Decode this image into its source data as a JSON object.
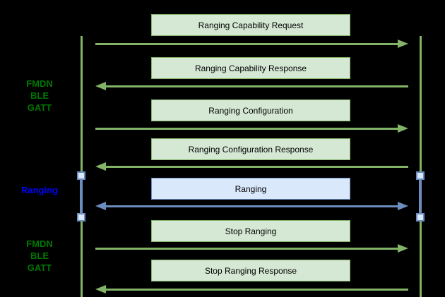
{
  "colors": {
    "background": "#000000",
    "green_stroke": "#82b366",
    "green_fill": "#d5e8d4",
    "blue_stroke": "#6c8ebf",
    "blue_fill": "#dae8fc",
    "phase_green_text": "#007700",
    "phase_blue_text": "#0000ff"
  },
  "phases": {
    "gatt_top": {
      "line1": "FMDN",
      "line2": "BLE",
      "line3": "GATT"
    },
    "ranging": {
      "line1": "Ranging"
    },
    "gatt_bottom": {
      "line1": "FMDN",
      "line2": "BLE",
      "line3": "GATT"
    }
  },
  "messages": [
    {
      "label": "Ranging Capability Request",
      "direction": "right",
      "theme": "green"
    },
    {
      "label": "Ranging Capability Response",
      "direction": "left",
      "theme": "green"
    },
    {
      "label": "Ranging Configuration",
      "direction": "right",
      "theme": "green"
    },
    {
      "label": "Ranging Configuration Response",
      "direction": "left",
      "theme": "green"
    },
    {
      "label": "Ranging",
      "direction": "both",
      "theme": "blue"
    },
    {
      "label": "Stop Ranging",
      "direction": "right",
      "theme": "green"
    },
    {
      "label": "Stop Ranging Response",
      "direction": "left",
      "theme": "green"
    }
  ]
}
